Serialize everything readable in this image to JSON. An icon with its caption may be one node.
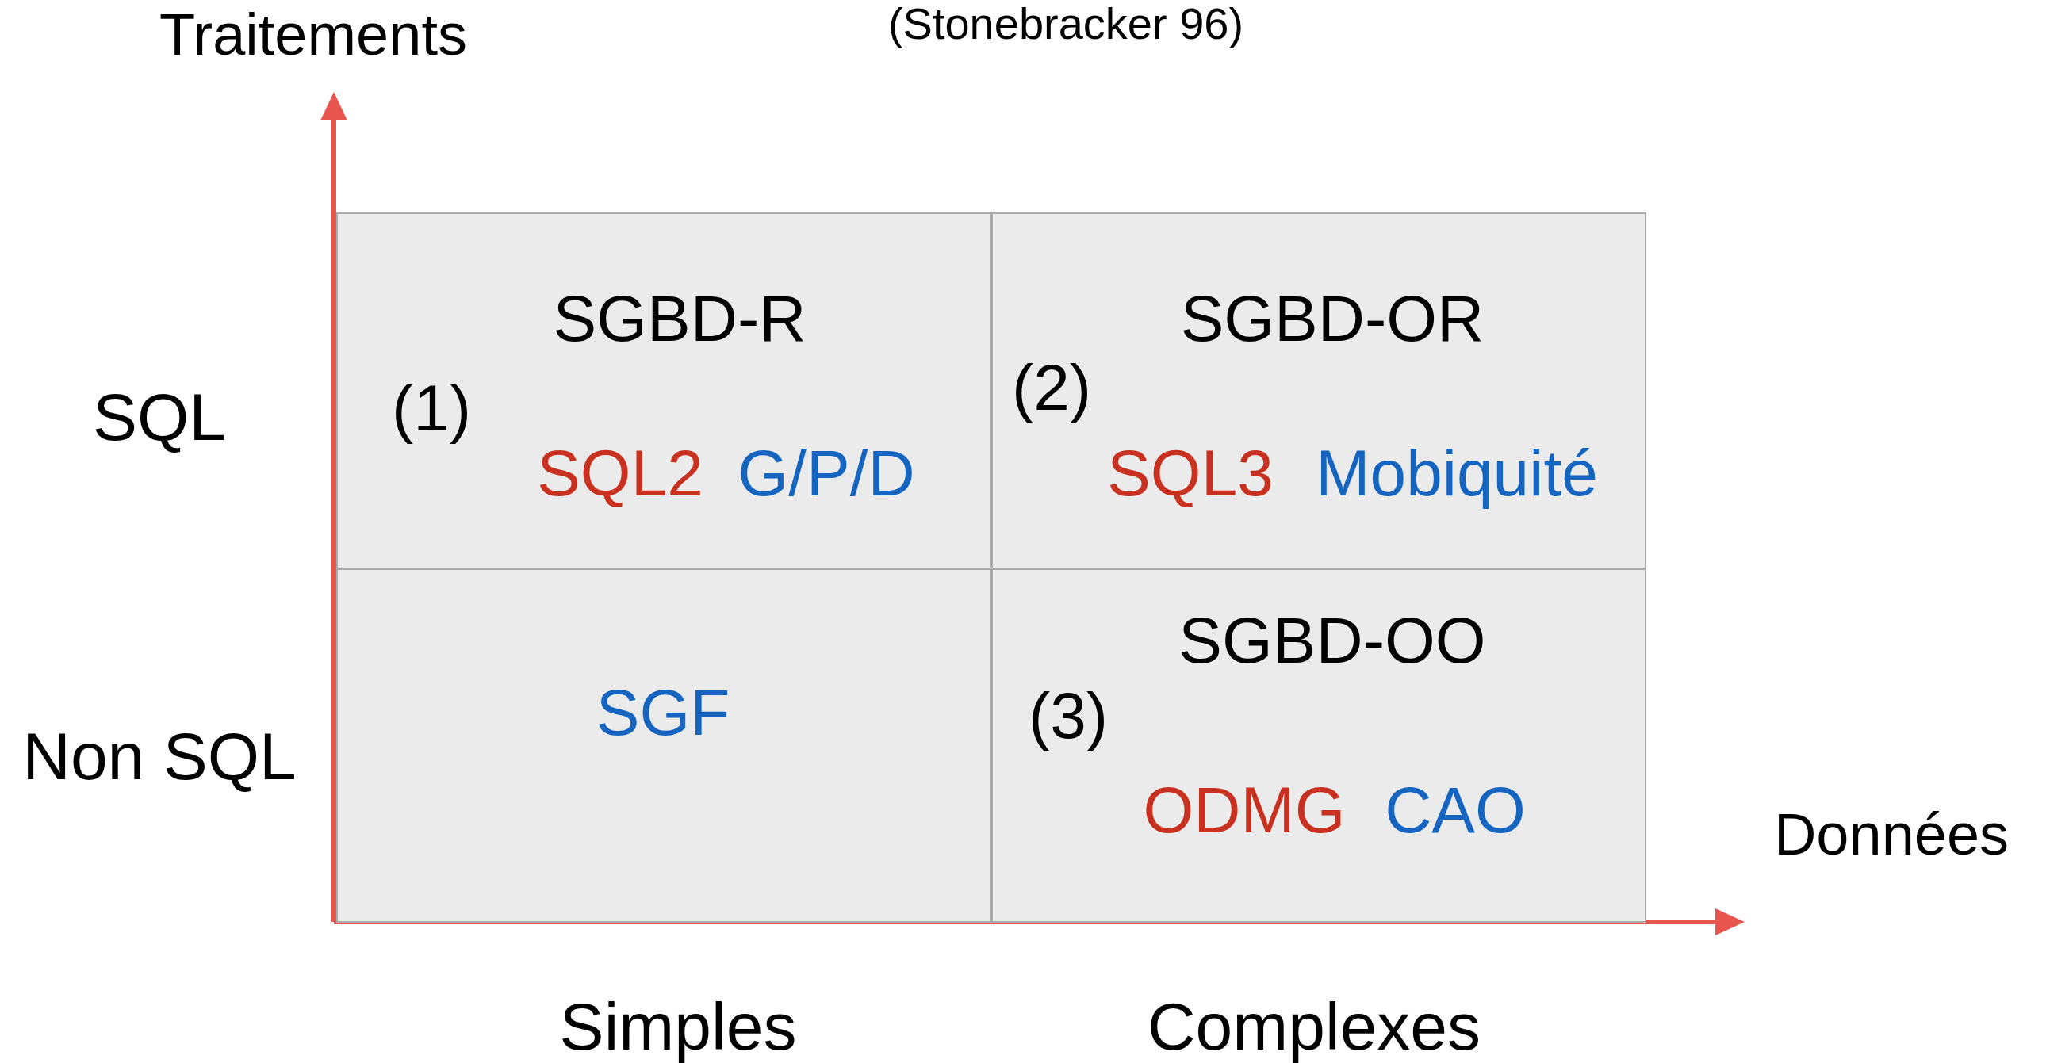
{
  "diagram": {
    "caption": "(Stonebracker 96)",
    "nodes": [
      {
        "text": [
          "SGBD-R",
          "(1)",
          "SQL2",
          "G/P/D"
        ]
      },
      {
        "text": [
          "SGBD-OR",
          "(2)",
          "SQL3",
          "Mobiquité"
        ]
      },
      {
        "text": [
          "SGF"
        ]
      },
      {
        "text": [
          "SGBD-OO",
          "(3)",
          "ODMG",
          "CAO"
        ]
      }
    ],
    "labels": [
      "Traitements",
      "SQL",
      "Non SQL",
      "Données",
      "Simples",
      "Complexes"
    ]
  }
}
